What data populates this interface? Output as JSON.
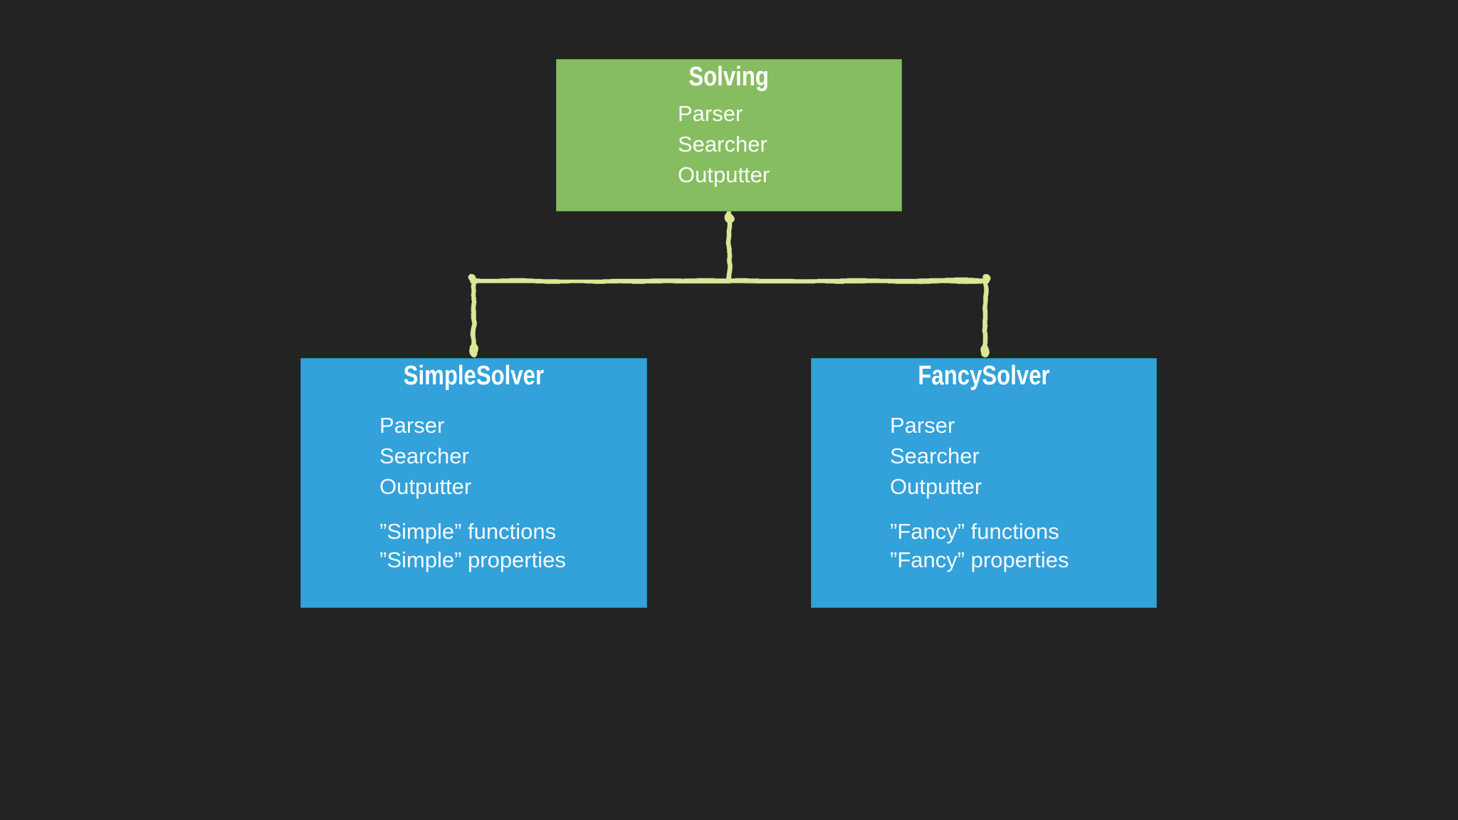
{
  "slide": {
    "background_color": "#232323",
    "connector_color": "#dbe795"
  },
  "diagram": {
    "type": "tree",
    "parent": {
      "title": "Solving",
      "fill_color": "#87bd61",
      "text_color": "#ffffff",
      "items": [
        "Parser",
        "Searcher",
        "Outputter"
      ]
    },
    "children": [
      {
        "title": "SimpleSolver",
        "fill_color": "#33a1da",
        "text_color": "#ffffff",
        "items": [
          "Parser",
          "Searcher",
          "Outputter"
        ],
        "extras": [
          "”Simple” functions",
          "”Simple” properties"
        ]
      },
      {
        "title": "FancySolver",
        "fill_color": "#33a1da",
        "text_color": "#ffffff",
        "items": [
          "Parser",
          "Searcher",
          "Outputter"
        ],
        "extras": [
          "”Fancy” functions",
          "”Fancy” properties"
        ]
      }
    ]
  }
}
